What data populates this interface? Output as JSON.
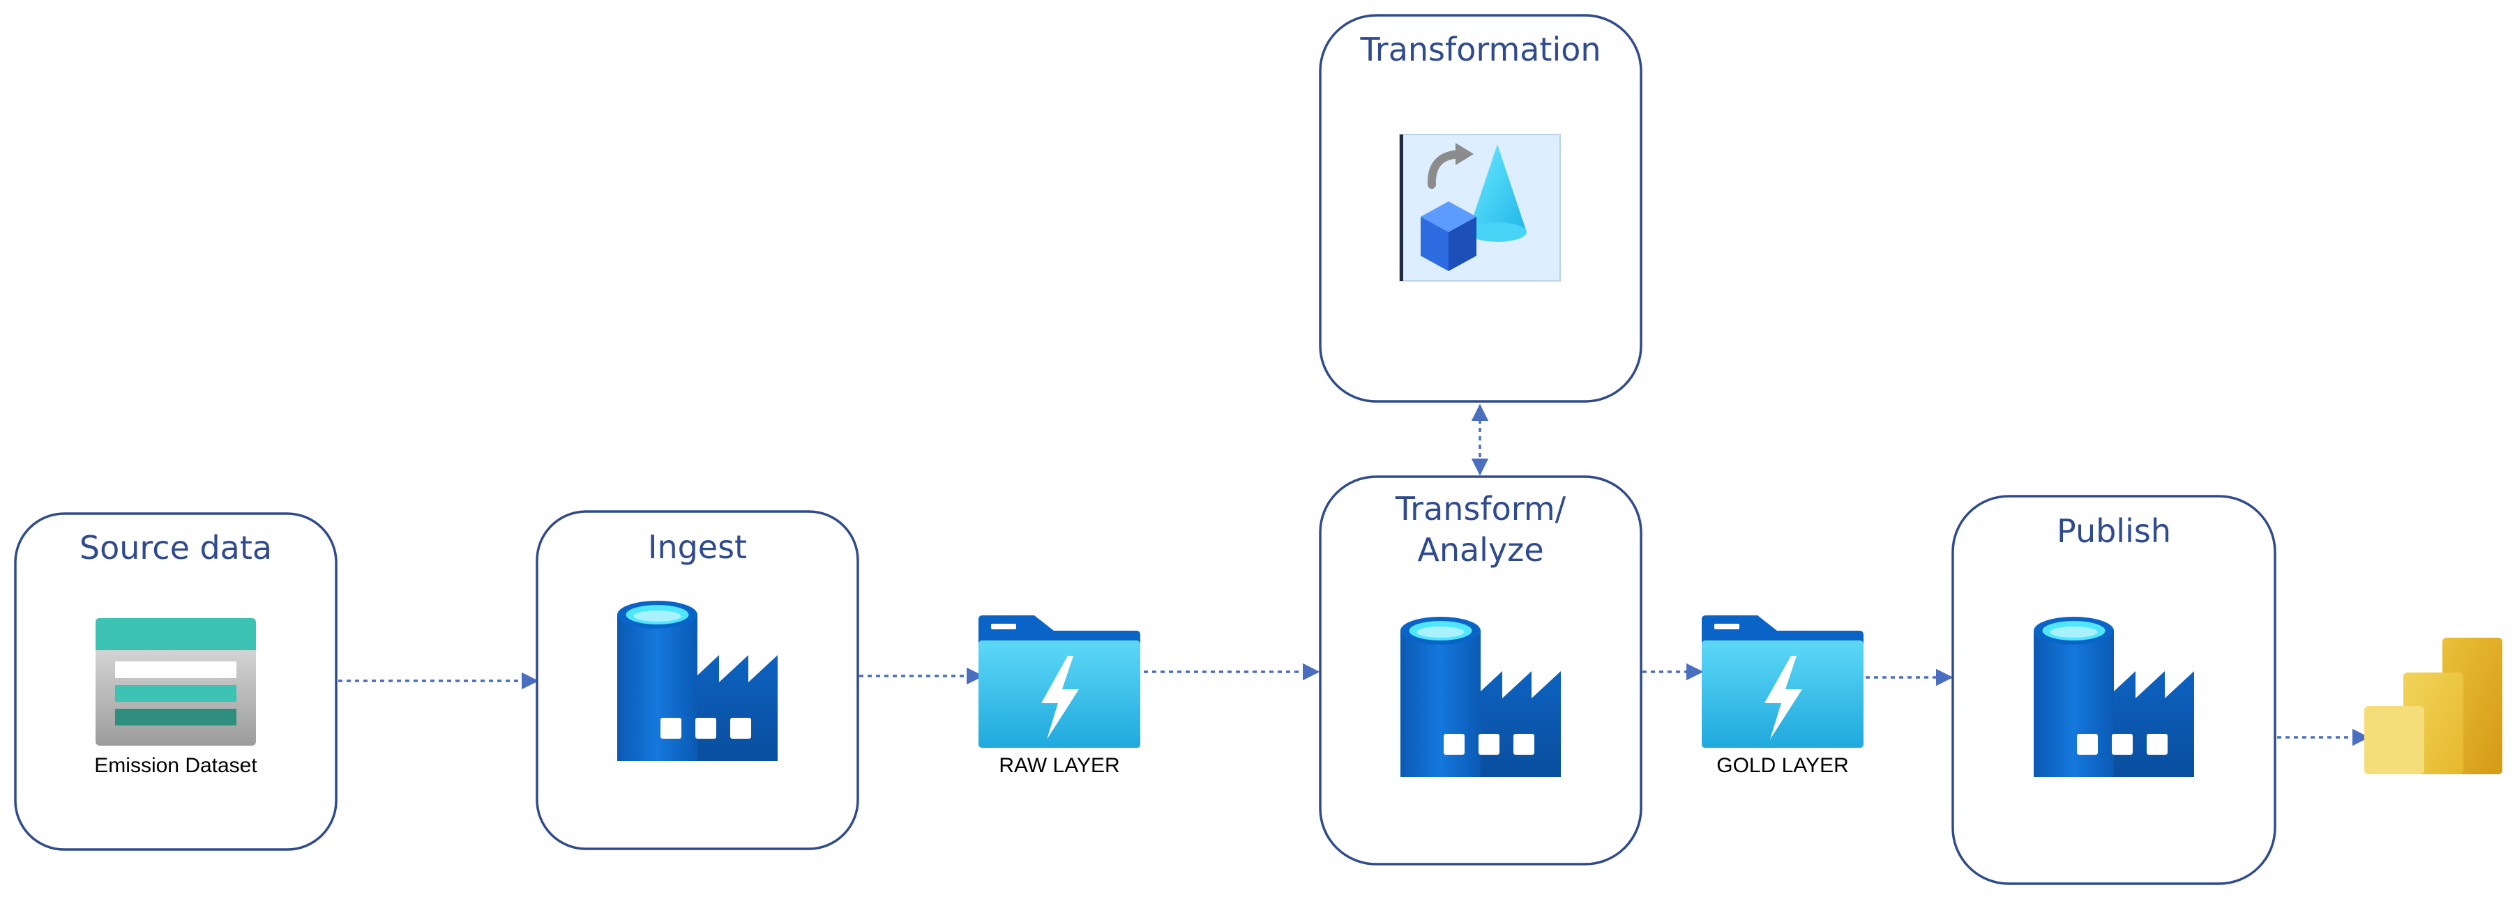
{
  "nodes": {
    "source": {
      "title": "Source data",
      "icon": "storage-table-icon",
      "caption": "Emission Dataset"
    },
    "ingest": {
      "title": "Ingest",
      "icon": "data-factory-icon"
    },
    "raw_layer": {
      "icon": "data-lake-folder-icon",
      "caption": "RAW LAYER"
    },
    "transform_analyze": {
      "title_line1": "Transform/",
      "title_line2": "Analyze",
      "icon": "data-factory-icon"
    },
    "transformation": {
      "title": "Transformation",
      "icon": "data-transform-icon"
    },
    "gold_layer": {
      "icon": "data-lake-folder-icon",
      "caption": "GOLD LAYER"
    },
    "publish": {
      "title": "Publish",
      "icon": "data-factory-icon"
    },
    "report": {
      "icon": "power-bi-icon"
    }
  },
  "edges": [
    {
      "from": "source",
      "to": "ingest"
    },
    {
      "from": "ingest",
      "to": "raw_layer"
    },
    {
      "from": "raw_layer",
      "to": "transform_analyze"
    },
    {
      "from": "transform_analyze",
      "to": "transformation",
      "bidirectional": true
    },
    {
      "from": "transform_analyze",
      "to": "gold_layer"
    },
    {
      "from": "gold_layer",
      "to": "publish"
    },
    {
      "from": "publish",
      "to": "report"
    }
  ],
  "colors": {
    "box_border": "#2F4B8E",
    "title_text": "#2F4B8E",
    "connector": "#4A6FC0",
    "factory_blue": "#0A64C8",
    "factory_cyan": "#50E6FF",
    "folder_cyan": "#32BEE8",
    "table_teal": "#3CC3B4",
    "powerbi_gold": "#E8B72A"
  }
}
